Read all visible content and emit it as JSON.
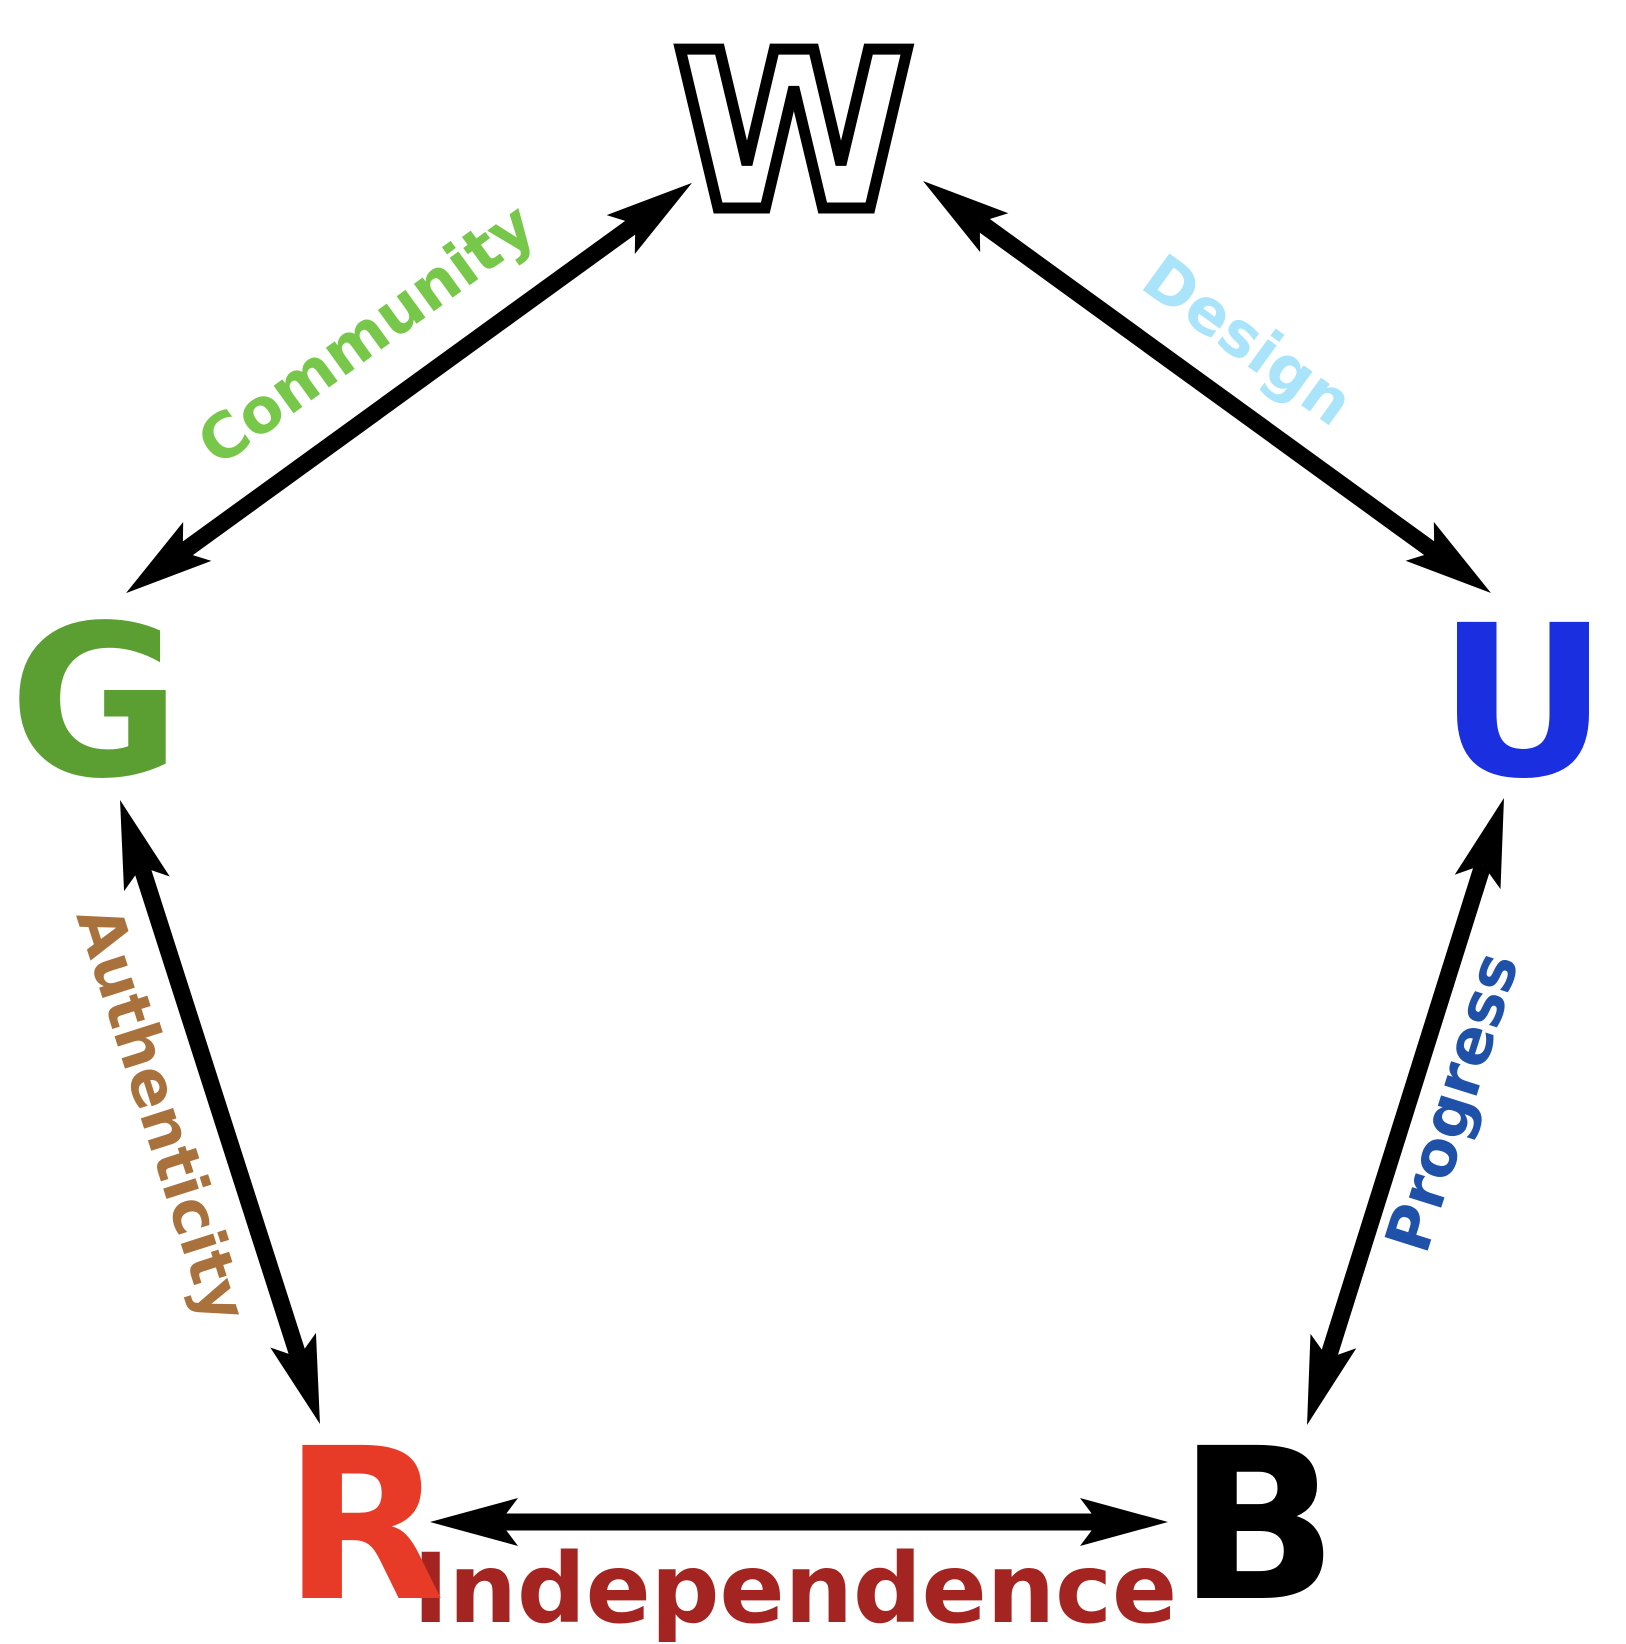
{
  "diagram": {
    "description": "Five-color pentagon diagram with double-headed arrows between adjacent letters, each arrow labeled with a shared value",
    "background": "#ffffff",
    "arrow_color": "#000000",
    "nodes": [
      {
        "id": "W",
        "label": "W",
        "fill": "#ffffff",
        "outline": "#000000",
        "position": "top"
      },
      {
        "id": "U",
        "label": "U",
        "fill": "#1a2fe0",
        "position": "right"
      },
      {
        "id": "B",
        "label": "B",
        "fill": "#000000",
        "position": "bottom-right"
      },
      {
        "id": "R",
        "label": "R",
        "fill": "#e73b27",
        "position": "bottom-left"
      },
      {
        "id": "G",
        "label": "G",
        "fill": "#5b9e32",
        "position": "left"
      }
    ],
    "edges": [
      {
        "from": "G",
        "to": "W",
        "label": "Community",
        "label_color": "#77c84a"
      },
      {
        "from": "W",
        "to": "U",
        "label": "Design",
        "label_color": "#a9e4fb"
      },
      {
        "from": "U",
        "to": "B",
        "label": "Progress",
        "label_color": "#1f51a9"
      },
      {
        "from": "B",
        "to": "R",
        "label": "Independence",
        "label_color": "#a32420"
      },
      {
        "from": "R",
        "to": "G",
        "label": "Authenticity",
        "label_color": "#a9713c"
      }
    ]
  }
}
